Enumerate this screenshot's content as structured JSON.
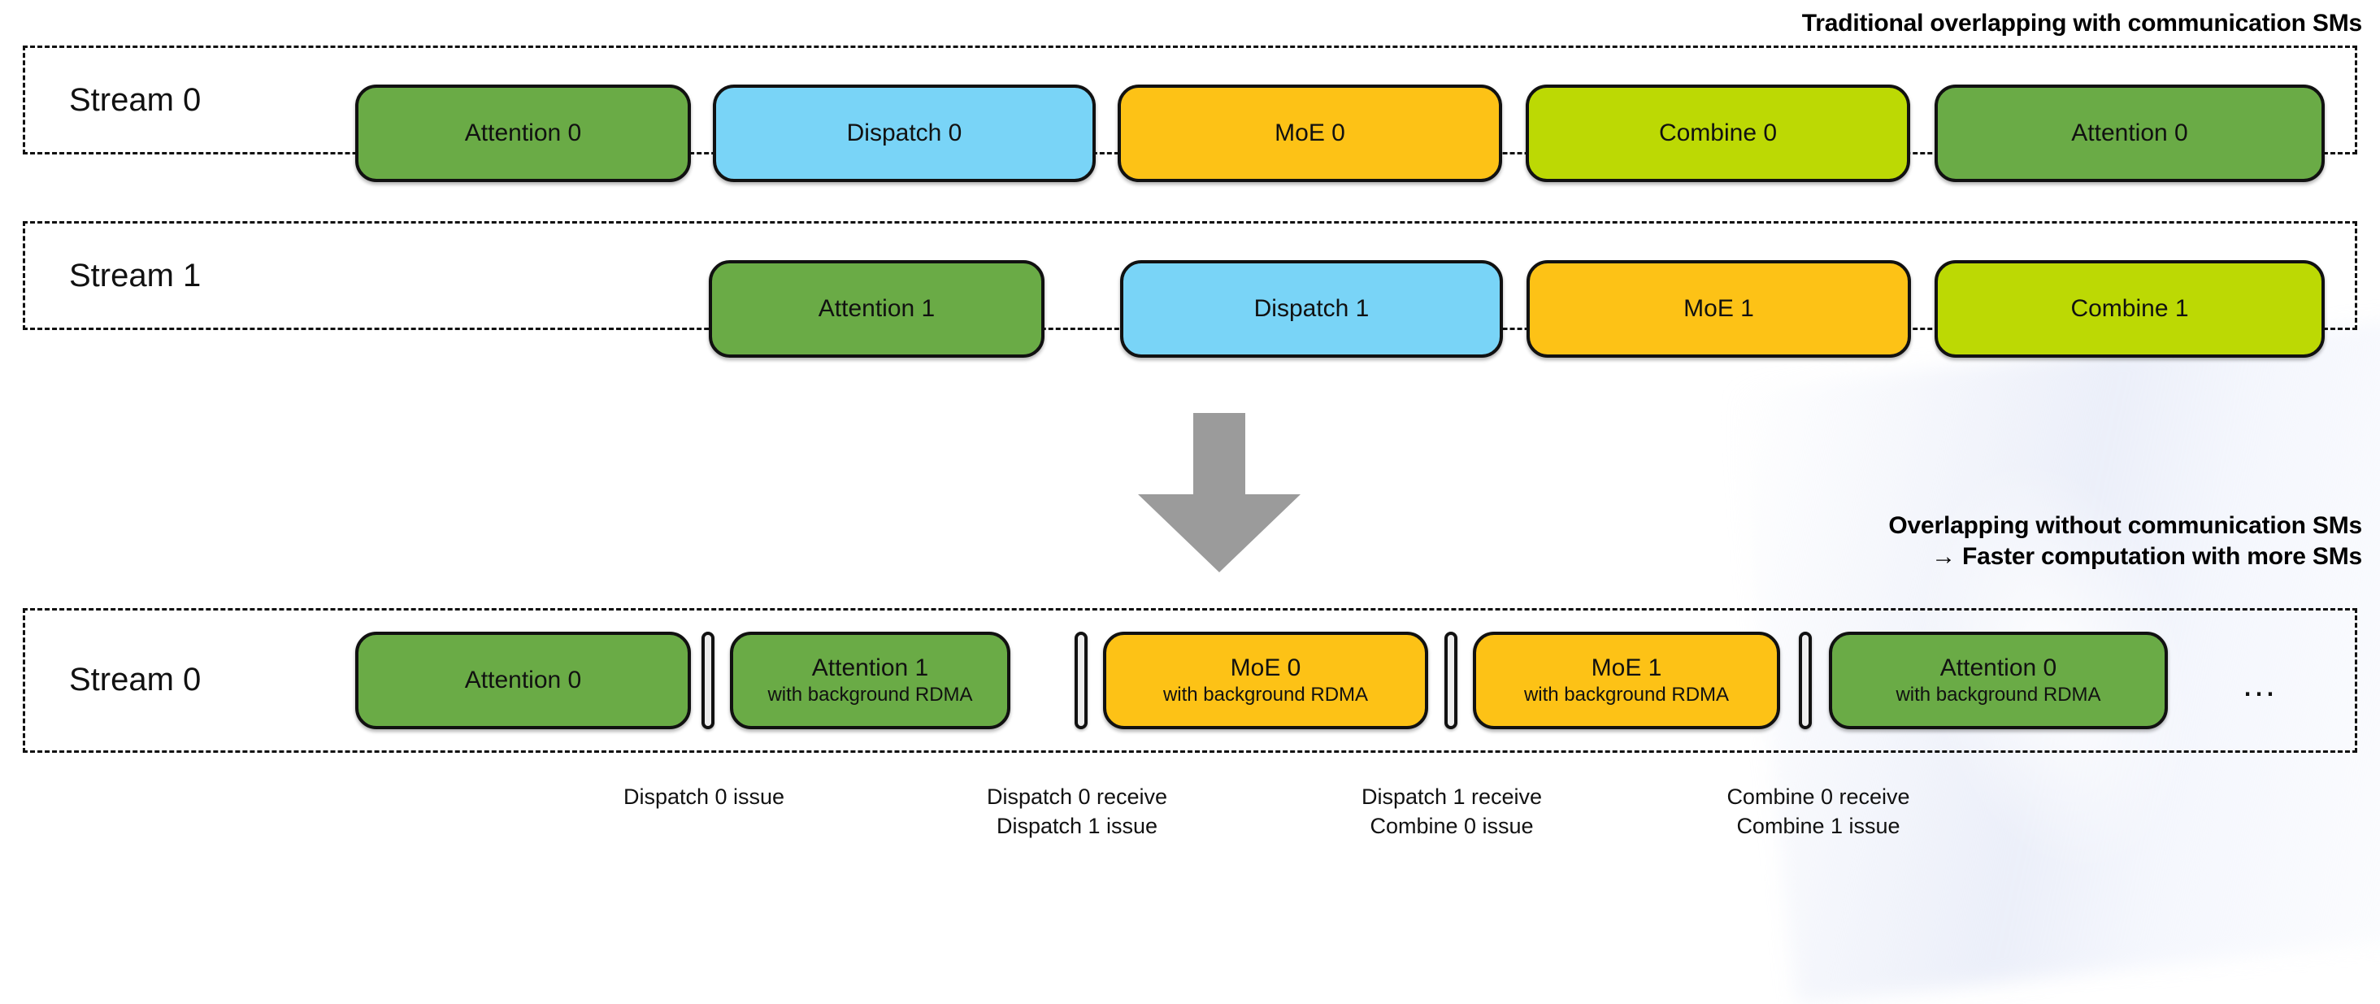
{
  "headings": {
    "top": "Traditional overlapping with communication SMs",
    "bottom_line1": "Overlapping without communication SMs",
    "bottom_line2": "→ Faster computation with more SMs"
  },
  "colors": {
    "attention": "#6aab46",
    "dispatch": "#79d4f7",
    "moe": "#fdc216",
    "combine": "#bcd904",
    "outline": "#111111",
    "arrow": "#9b9b9b",
    "separator": "#ededed",
    "lane_border": "#111111"
  },
  "icons": {
    "down_arrow": "down-arrow-icon",
    "ellipsis": "…"
  },
  "top_section": {
    "lanes": [
      {
        "label": "Stream 0",
        "blocks": [
          {
            "title": "Attention 0",
            "subtitle": "",
            "kind": "attention"
          },
          {
            "title": "Dispatch 0",
            "subtitle": "",
            "kind": "dispatch"
          },
          {
            "title": "MoE 0",
            "subtitle": "",
            "kind": "moe"
          },
          {
            "title": "Combine 0",
            "subtitle": "",
            "kind": "combine"
          },
          {
            "title": "Attention 0",
            "subtitle": "",
            "kind": "attention"
          }
        ]
      },
      {
        "label": "Stream 1",
        "blocks": [
          {
            "title": "Attention 1",
            "subtitle": "",
            "kind": "attention"
          },
          {
            "title": "Dispatch 1",
            "subtitle": "",
            "kind": "dispatch"
          },
          {
            "title": "MoE 1",
            "subtitle": "",
            "kind": "moe"
          },
          {
            "title": "Combine 1",
            "subtitle": "",
            "kind": "combine"
          }
        ]
      }
    ]
  },
  "bottom_section": {
    "lane": {
      "label": "Stream 0",
      "blocks": [
        {
          "title": "Attention 0",
          "subtitle": "",
          "kind": "attention"
        },
        {
          "title": "Attention 1",
          "subtitle": "with background RDMA",
          "kind": "attention"
        },
        {
          "title": "MoE 0",
          "subtitle": "with background RDMA",
          "kind": "moe"
        },
        {
          "title": "MoE 1",
          "subtitle": "with background RDMA",
          "kind": "moe"
        },
        {
          "title": "Attention 0",
          "subtitle": "with background RDMA",
          "kind": "attention"
        }
      ],
      "trailing": "…"
    },
    "captions": [
      {
        "line1": "Dispatch 0 issue",
        "line2": ""
      },
      {
        "line1": "Dispatch 0 receive",
        "line2": "Dispatch 1 issue"
      },
      {
        "line1": "Dispatch 1 receive",
        "line2": "Combine 0 issue"
      },
      {
        "line1": "Combine 0 receive",
        "line2": "Combine 1 issue"
      }
    ]
  }
}
